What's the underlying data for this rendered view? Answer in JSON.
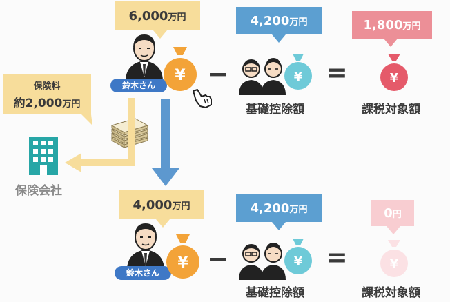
{
  "top_row": {
    "person_amount": "6,000",
    "person_unit": "万円",
    "person_name": "鈴木さん",
    "deduction_amount": "4,200",
    "deduction_unit": "万円",
    "deduction_label": "基礎控除額",
    "taxable_amount": "1,800",
    "taxable_unit": "万円",
    "taxable_label": "課税対象額"
  },
  "premium": {
    "line1": "保険料",
    "amount": "約2,000",
    "unit": "万円"
  },
  "insurance_company": "保険会社",
  "bottom_row": {
    "person_amount": "4,000",
    "person_unit": "万円",
    "person_name": "鈴木さん",
    "deduction_amount": "4,200",
    "deduction_unit": "万円",
    "deduction_label": "基礎控除額",
    "taxable_amount": "0",
    "taxable_unit": "円",
    "taxable_label": "課税対象額"
  },
  "bag_symbol": "¥",
  "operators": {
    "minus": "−",
    "equals": "="
  },
  "colors": {
    "yellow_callout": "#f7dd9b",
    "blue_callout": "#5c9fd1",
    "pink_callout": "#ec8f97",
    "orange_bag": "#f3a338",
    "teal_bag": "#6ecad8",
    "pink_bag": "#e55a6a",
    "arrow_blue": "#5d98cf",
    "building_teal": "#27a6a6"
  }
}
